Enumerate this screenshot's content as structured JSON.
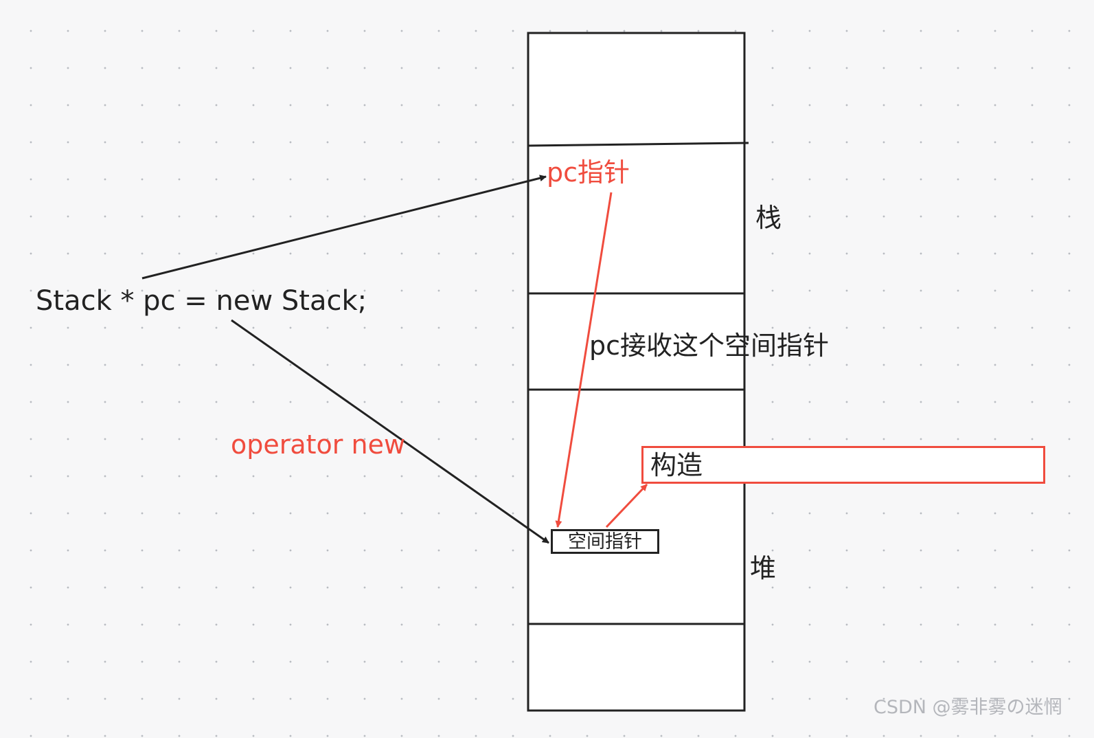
{
  "code": {
    "statement": "Stack * pc =  new Stack;"
  },
  "memory": {
    "stack_label": "栈",
    "heap_label": "堆",
    "pc_pointer": "pc指针",
    "space_pointer": "空间指针"
  },
  "annotations": {
    "operator_new": "operator new",
    "pc_receive": "pc接收这个空间指针",
    "constructor": "构造"
  },
  "watermark": "CSDN @雾非雾の迷惘",
  "colors": {
    "accent_red": "#f04c3e",
    "ink": "#222222",
    "canvas": "#f7f7f8"
  }
}
